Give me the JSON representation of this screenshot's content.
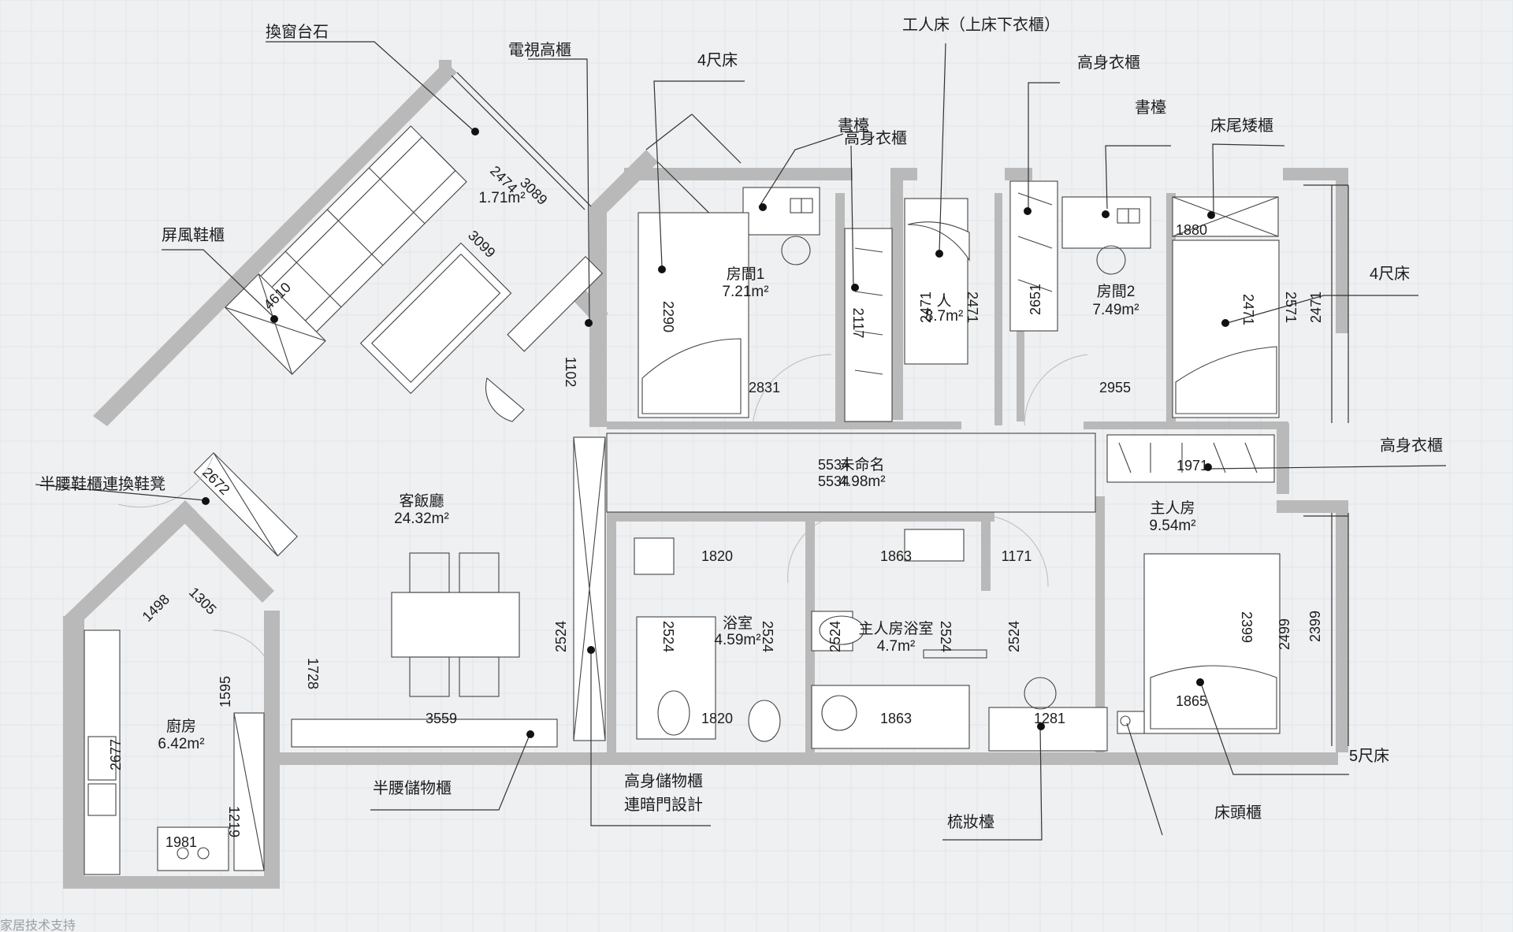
{
  "labels": {
    "window_sill": "換窗台石",
    "tv_cabinet": "電視高櫃",
    "bed_4ft_room1": "4尺床",
    "helper_bed": "工人床（上床下衣櫃）",
    "wardrobe_top": "高身衣櫃",
    "desk_room1": "書檯",
    "wardrobe_room1": "高身衣櫃",
    "desk_room2": "書檯",
    "bed_end_cabinet": "床尾矮櫃",
    "screen_shoe_cabinet": "屏風鞋櫃",
    "bed_4ft_room2": "4尺床",
    "half_shoe_cabinet": "半腰鞋櫃連換鞋凳",
    "wardrobe_master": "高身衣櫃",
    "half_storage": "半腰儲物櫃",
    "tall_storage_1": "高身儲物櫃",
    "tall_storage_2": "連暗門設計",
    "dresser": "梳妝檯",
    "headboard_cabinet": "床頭櫃",
    "bed_5ft": "5尺床"
  },
  "rooms": {
    "living_name": "客飯廳",
    "living_area": "24.32m²",
    "room1_name": "房間1",
    "room1_area": "7.21m²",
    "room2_name": "房間2",
    "room2_area": "7.49m²",
    "helper_name": "人",
    "helper_area": "8.7m²",
    "corridor_name": "未命名",
    "corridor_area": "4.98m²",
    "master_name": "主人房",
    "master_area": "9.54m²",
    "bath_name": "浴室",
    "bath_area": "4.59m²",
    "mbath_name": "主人房浴室",
    "mbath_area": "4.7m²",
    "kitchen_name": "廚房",
    "kitchen_area": "6.42m²",
    "area_small": "1.71m²"
  },
  "dims": {
    "d3089": "3089",
    "d2474": "2474",
    "d3099": "3099",
    "d4610": "4610",
    "d1102": "1102",
    "d2290": "2290",
    "d2831": "2831",
    "d2117": "2117",
    "d2471a": "2471",
    "d2471b": "2471",
    "d2651": "2651",
    "d1880": "1880",
    "d2955": "2955",
    "d2471c": "2471",
    "d2571": "2571",
    "d2471d": "2471",
    "d5534a": "5534",
    "d5534b": "5534",
    "d1971": "1971",
    "d2672": "2672",
    "d1498": "1498",
    "d1305": "1305",
    "d1595": "1595",
    "d1728": "1728",
    "d2677": "2677",
    "d1219": "1219",
    "d1981": "1981",
    "d3559": "3559",
    "d2524a": "2524",
    "d1820a": "1820",
    "d2524b": "2524",
    "d2524c": "2524",
    "d1820b": "1820",
    "d1863a": "1863",
    "d2524d": "2524",
    "d2524e": "2524",
    "d1863b": "1863",
    "d1171": "1171",
    "d2524f": "2524",
    "d1281": "1281",
    "d2399a": "2399",
    "d2499": "2499",
    "d2399b": "2399",
    "d1865": "1865"
  },
  "footer": {
    "watermark": "家居技术支持"
  }
}
